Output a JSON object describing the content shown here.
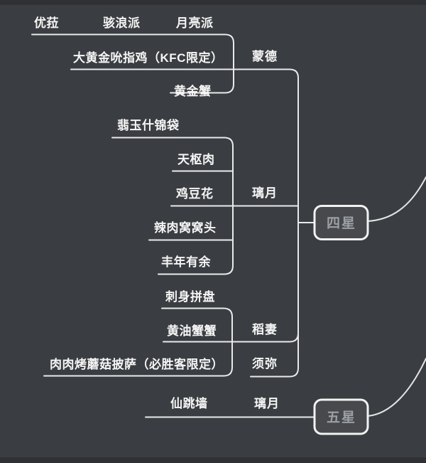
{
  "theme": {
    "background": "#3a3d41",
    "line_color": "#eaeaea",
    "leaf_text_color": "#f5f5f5",
    "node_fill": "#47494d",
    "node_border": "#f2f2f2",
    "node_text_color": "#9ba0a4"
  },
  "tree": {
    "four_star": {
      "label": "四星",
      "regions": {
        "mengde": {
          "label": "蒙德",
          "dishes": {
            "row_a": "优菈",
            "row_b": "骇浪派",
            "row_c": "月亮派",
            "kfc_chicken": "大黄金吮指鸡（KFC限定）",
            "golden_crab": "黄金蟹"
          }
        },
        "liyue": {
          "label": "璃月",
          "dishes": {
            "jade_parcels": "翡玉什锦袋",
            "tianshu_meat": "天枢肉",
            "jidouhua": "鸡豆花",
            "lawowotou": "辣肉窝窝头",
            "fengnian_youyu": "丰年有余"
          }
        },
        "daoqi": {
          "label": "稻妻",
          "dishes": {
            "sashimi_platter": "刺身拼盘",
            "butter_crab": "黄油蟹蟹"
          }
        },
        "xumi": {
          "label": "须弥",
          "dishes": {
            "pizza_hut": "肉肉烤蘑菇披萨（必胜客限定）"
          }
        }
      }
    },
    "five_star": {
      "label": "五星",
      "regions": {
        "liyue": {
          "label": "璃月",
          "dishes": {
            "adeptus_temptation": "仙跳墙"
          }
        }
      }
    }
  }
}
